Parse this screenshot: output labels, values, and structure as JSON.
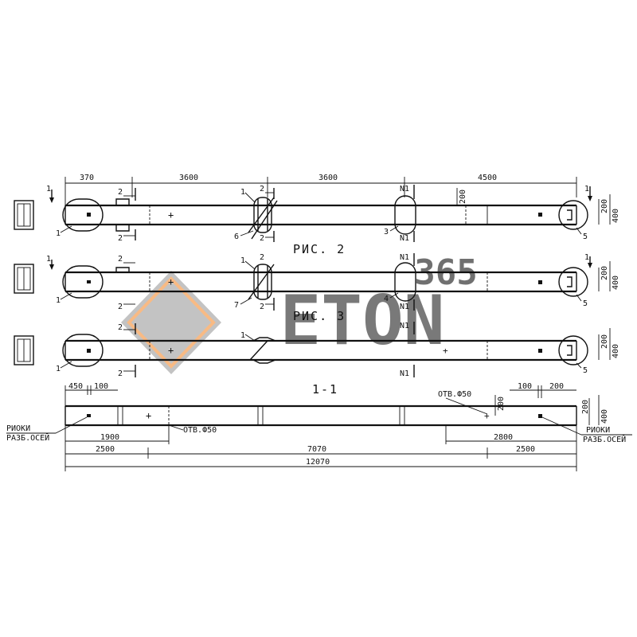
{
  "watermark": {
    "brand": "ETON",
    "number": "365",
    "color_dark": "#9a9a9a",
    "color_accent": "#f08a3c"
  },
  "figures": {
    "fig2": "РИС. 2",
    "fig3": "РИС. 3",
    "section": "1-1"
  },
  "top_dims": [
    "370",
    "3600",
    "3600",
    "4500"
  ],
  "height_dims": {
    "h200": "200",
    "h400": "400"
  },
  "markers": {
    "one": "1",
    "two": "2",
    "n1": "N1",
    "callouts": [
      "1",
      "6",
      "3",
      "5",
      "1",
      "7",
      "4",
      "5",
      "1",
      "5"
    ]
  },
  "section_dims": {
    "d450": "450",
    "d100a": "100",
    "d100b": "100",
    "d200top": "200",
    "d200v": "200",
    "hole_label": "ОТВ.Ф50",
    "d1900": "1900",
    "d2800": "2800",
    "d2500a": "2500",
    "d7070": "7070",
    "d2500b": "2500",
    "d12070": "12070",
    "side_200": "200",
    "side_400": "400"
  },
  "notes": {
    "left_line1": "РИОКИ",
    "left_line2": "РАЗБ.ОСЕЙ",
    "right_line1": "РИОКИ",
    "right_line2": "РАЗБ.ОСЕЙ"
  }
}
